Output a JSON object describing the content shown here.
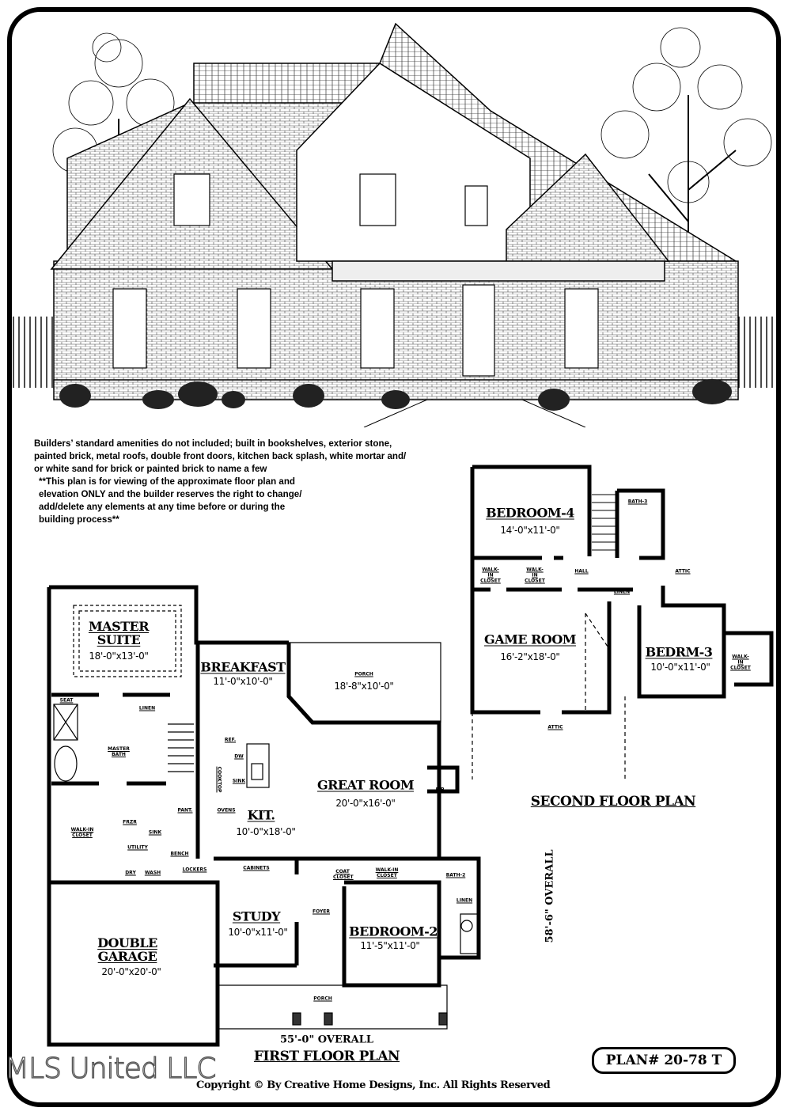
{
  "notes": {
    "line1": "Builders’ standard amenities do not included;  built in bookshelves, exterior stone,",
    "line2": "painted brick, metal roofs, double front doors, kitchen back splash, white mortar and/",
    "line3": "or white sand for brick or painted brick to name a few",
    "line4": "**This plan is for viewing of the approximate floor plan and",
    "line5": "elevation ONLY and the builder reserves the right to change/",
    "line6": "add/delete any elements at any time before or during the",
    "line7": "building process**"
  },
  "second_floor": {
    "title": "SECOND FLOOR PLAN",
    "bedroom4": {
      "name": "BEDROOM-4",
      "dims": "14'-0\"x11'-0\""
    },
    "bath3": "BATH-3",
    "walkin1": "WALK-IN CLOSET",
    "walkin2": "WALK-IN CLOSET",
    "hall": "HALL",
    "attic1": "ATTIC",
    "linen": "LINEN",
    "game_room": {
      "name": "GAME ROOM",
      "dims": "16'-2\"x18'-0\""
    },
    "bedrm3": {
      "name": "BEDRM-3",
      "dims": "10'-0\"x11'-0\""
    },
    "walkin3": "WALK-IN CLOSET",
    "attic2": "ATTIC"
  },
  "first_floor": {
    "title": "FIRST FLOOR PLAN",
    "width_overall": "55'-0\" OVERALL",
    "depth_overall": "58'-6\" OVERALL",
    "master_suite": {
      "name": "MASTER SUITE",
      "dims": "18'-0\"x13'-0\""
    },
    "seat": "SEAT",
    "linen": "LINEN",
    "master_bath": "MASTER BATH",
    "walkin_master": "WALK-IN CLOSET",
    "frzr": "FRZR",
    "sink_utility": "SINK",
    "utility": "UTILITY",
    "dry": "DRY",
    "wash": "WASH",
    "bench": "BENCH",
    "lockers": "LOCKERS",
    "pant": "PANT.",
    "ovens": "OVENS",
    "ref": "REF.",
    "cooktop": "COOKTOP",
    "dw": "DW",
    "sink_kit": "SINK",
    "breakfast": {
      "name": "BREAKFAST",
      "dims": "11'-0\"x10'-0\""
    },
    "rear_porch": {
      "name": "PORCH",
      "dims": "18'-8\"x10'-0\""
    },
    "great_room": {
      "name": "GREAT ROOM",
      "dims": "20'-0\"x16'-0\""
    },
    "fp": "F/P",
    "kitchen": {
      "name": "KIT.",
      "dims": "10'-0\"x18'-0\""
    },
    "cabinets": "CABINETS",
    "coat_closet": "COAT CLOSET",
    "walkin_bed2": "WALK-IN CLOSET",
    "bath2": "BATH-2",
    "linen2": "LINEN",
    "study": {
      "name": "STUDY",
      "dims": "10'-0\"x11'-0\""
    },
    "foyer": "FOYER",
    "bedroom2": {
      "name": "BEDROOM-2",
      "dims": "11'-5\"x11'-0\""
    },
    "garage": {
      "name": "DOUBLE GARAGE",
      "dims": "20'-0\"x20'-0\""
    },
    "front_porch": "PORCH"
  },
  "plan_number": "PLAN#  20-78 T",
  "copyright": "Copyright © By Creative Home Designs, Inc. All Rights Reserved",
  "watermark": "MLS United LLC"
}
